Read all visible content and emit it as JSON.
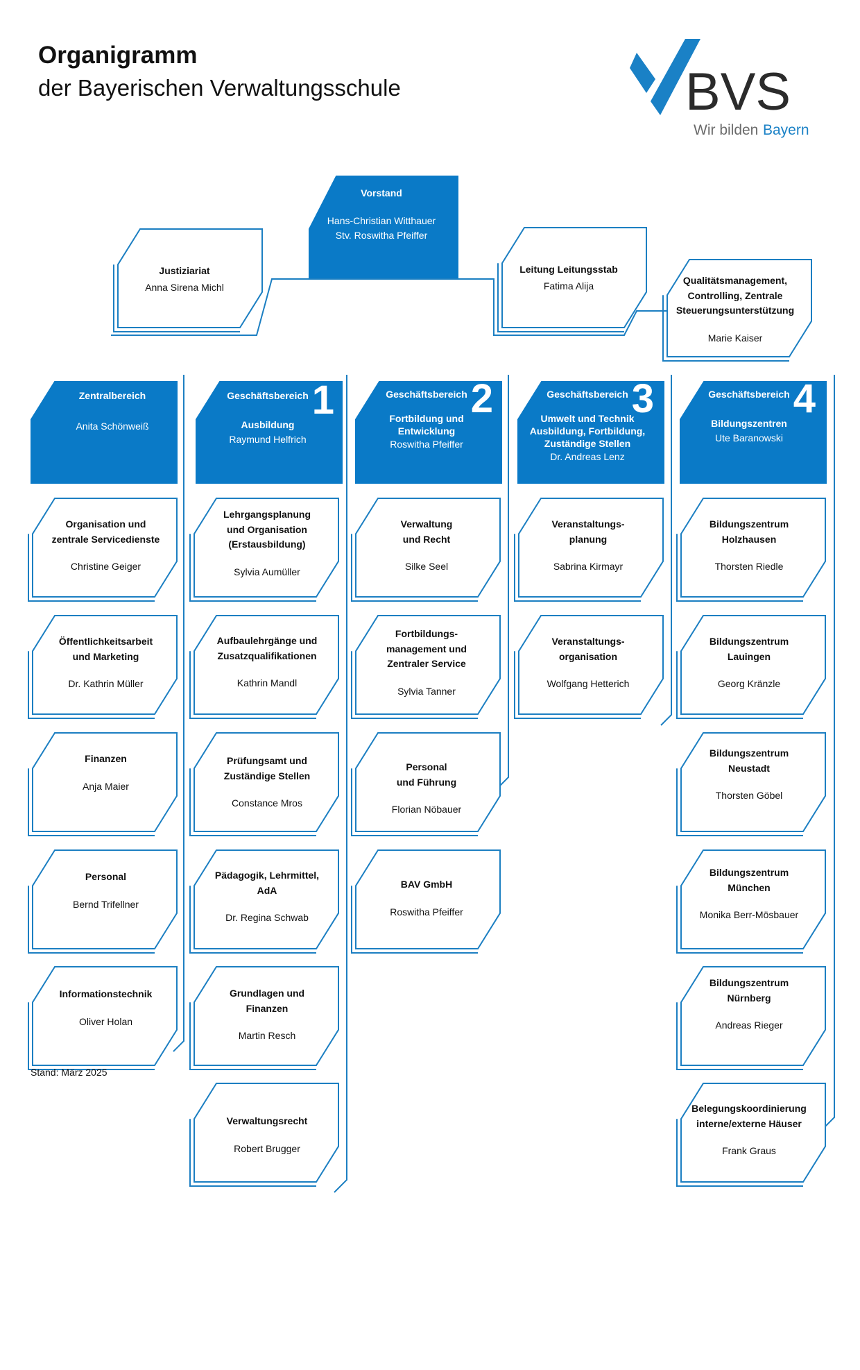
{
  "header": {
    "title": "Organigramm",
    "subtitle": "der Bayerischen Verwaltungsschule"
  },
  "logo": {
    "text": "BVS",
    "tagline_part1": "Wir bilden",
    "tagline_part2": "Bayern",
    "colors": {
      "blue": "#1a81c6",
      "dark": "#2b2b2b",
      "gray": "#6b6b6b"
    }
  },
  "colors": {
    "accent": "#0a7ac7",
    "line": "#1c7fc2"
  },
  "top": {
    "vorstand": {
      "title": "Vorstand",
      "person": "Hans-Christian Witthauer",
      "deputy": "Stv. Roswitha Pfeiffer"
    },
    "justiziariat": {
      "title": "Justiziariat",
      "person": "Anna Sirena Michl"
    },
    "leitung": {
      "title": "Leitung Leitungsstab",
      "person": "Fatima Alija"
    },
    "qm": {
      "title": "Qualitätsmanagement,\nControlling, Zentrale\nSteuerungsunterstützung",
      "person": "Marie Kaiser"
    }
  },
  "columns": [
    {
      "head": {
        "label": "Zentralbereich",
        "name": "",
        "person": "Anita Schönweiß",
        "number": ""
      },
      "units": [
        {
          "title": "Organisation und\nzentrale Servicedienste",
          "person": "Christine Geiger"
        },
        {
          "title": "Öffentlichkeitsarbeit\nund Marketing",
          "person": "Dr. Kathrin Müller"
        },
        {
          "title": "Finanzen",
          "person": "Anja Maier"
        },
        {
          "title": "Personal",
          "person": "Bernd Trifellner"
        },
        {
          "title": "Informationstechnik",
          "person": "Oliver Holan"
        }
      ]
    },
    {
      "head": {
        "label": "Geschäftsbereich",
        "name": "Ausbildung",
        "person": "Raymund Helfrich",
        "number": "1"
      },
      "units": [
        {
          "title": "Lehrgangsplanung\nund Organisation\n(Erstausbildung)",
          "person": "Sylvia Aumüller"
        },
        {
          "title": "Aufbaulehrgänge und\nZusatzqualifikationen",
          "person": "Kathrin Mandl"
        },
        {
          "title": "Prüfungsamt und\nZuständige Stellen",
          "person": "Constance Mros"
        },
        {
          "title": "Pädagogik, Lehrmittel,\nAdA",
          "person": "Dr. Regina Schwab"
        },
        {
          "title": "Grundlagen und\nFinanzen",
          "person": "Martin Resch"
        },
        {
          "title": "Verwaltungsrecht",
          "person": "Robert Brugger"
        }
      ]
    },
    {
      "head": {
        "label": "Geschäftsbereich",
        "name": "Fortbildung und\nEntwicklung",
        "person": "Roswitha Pfeiffer",
        "number": "2"
      },
      "units": [
        {
          "title": "Verwaltung\nund Recht",
          "person": "Silke Seel"
        },
        {
          "title": "Fortbildungs-\nmanagement und\nZentraler Service",
          "person": "Sylvia Tanner"
        },
        {
          "title": "Personal\nund Führung",
          "person": "Florian Nöbauer"
        },
        {
          "title": "BAV GmbH",
          "person": "Roswitha Pfeiffer"
        }
      ]
    },
    {
      "head": {
        "label": "Geschäftsbereich",
        "name": "Umwelt und Technik\nAusbildung, Fortbildung,\nZuständige Stellen",
        "person": "Dr. Andreas Lenz",
        "number": "3"
      },
      "units": [
        {
          "title": "Veranstaltungs-\nplanung",
          "person": "Sabrina Kirmayr"
        },
        {
          "title": "Veranstaltungs-\norganisation",
          "person": "Wolfgang Hetterich"
        }
      ]
    },
    {
      "head": {
        "label": "Geschäftsbereich",
        "name": "Bildungszentren",
        "person": "Ute Baranowski",
        "number": "4"
      },
      "units": [
        {
          "title": "Bildungszentrum\nHolzhausen",
          "person": "Thorsten Riedle"
        },
        {
          "title": "Bildungszentrum\nLauingen",
          "person": "Georg Kränzle"
        },
        {
          "title": "Bildungszentrum\nNeustadt",
          "person": "Thorsten Göbel"
        },
        {
          "title": "Bildungszentrum\nMünchen",
          "person": "Monika Berr-Mösbauer"
        },
        {
          "title": "Bildungszentrum\nNürnberg",
          "person": "Andreas Rieger"
        },
        {
          "title": "Belegungskoordinierung\ninterne/externe Häuser",
          "person": "Frank Graus"
        }
      ]
    }
  ],
  "footer": {
    "stand": "Stand: März 2025"
  }
}
